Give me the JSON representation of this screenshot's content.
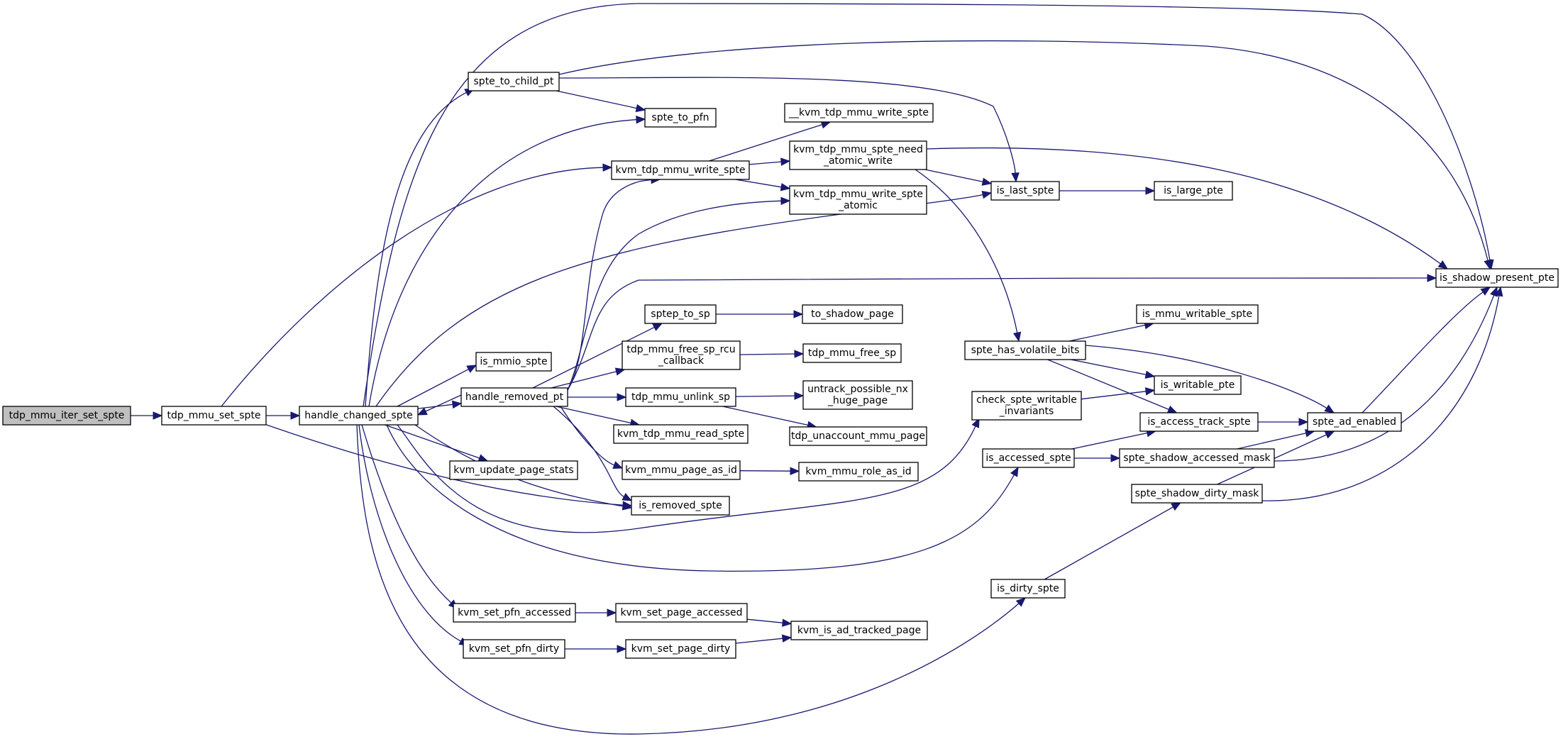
{
  "nodes": [
    {
      "id": "tdp_mmu_iter_set_spte",
      "lines": [
        "tdp_mmu_iter_set_spte"
      ],
      "root": true
    },
    {
      "id": "tdp_mmu_set_spte",
      "lines": [
        "tdp_mmu_set_spte"
      ]
    },
    {
      "id": "handle_changed_spte",
      "lines": [
        "handle_changed_spte"
      ]
    },
    {
      "id": "spte_to_child_pt",
      "lines": [
        "spte_to_child_pt"
      ]
    },
    {
      "id": "spte_to_pfn",
      "lines": [
        "spte_to_pfn"
      ]
    },
    {
      "id": "kvm_tdp_mmu_write_spte",
      "lines": [
        "kvm_tdp_mmu_write_spte"
      ]
    },
    {
      "id": "__kvm_tdp_mmu_write_spte",
      "lines": [
        "__kvm_tdp_mmu_write_spte"
      ]
    },
    {
      "id": "kvm_tdp_mmu_spte_need_atomic_write",
      "lines": [
        "kvm_tdp_mmu_spte_need",
        "_atomic_write"
      ]
    },
    {
      "id": "kvm_tdp_mmu_write_spte_atomic",
      "lines": [
        "kvm_tdp_mmu_write_spte",
        "_atomic"
      ]
    },
    {
      "id": "is_last_spte",
      "lines": [
        "is_last_spte"
      ]
    },
    {
      "id": "is_large_pte",
      "lines": [
        "is_large_pte"
      ]
    },
    {
      "id": "is_shadow_present_pte",
      "lines": [
        "is_shadow_present_pte"
      ]
    },
    {
      "id": "sptep_to_sp",
      "lines": [
        "sptep_to_sp"
      ]
    },
    {
      "id": "to_shadow_page",
      "lines": [
        "to_shadow_page"
      ]
    },
    {
      "id": "is_mmio_spte",
      "lines": [
        "is_mmio_spte"
      ]
    },
    {
      "id": "tdp_mmu_free_sp_rcu_callback",
      "lines": [
        "tdp_mmu_free_sp_rcu",
        "_callback"
      ]
    },
    {
      "id": "tdp_mmu_free_sp",
      "lines": [
        "tdp_mmu_free_sp"
      ]
    },
    {
      "id": "handle_removed_pt",
      "lines": [
        "handle_removed_pt"
      ]
    },
    {
      "id": "tdp_mmu_unlink_sp",
      "lines": [
        "tdp_mmu_unlink_sp"
      ]
    },
    {
      "id": "untrack_possible_nx_huge_page",
      "lines": [
        "untrack_possible_nx",
        "_huge_page"
      ]
    },
    {
      "id": "tdp_unaccount_mmu_page",
      "lines": [
        "tdp_unaccount_mmu_page"
      ]
    },
    {
      "id": "kvm_tdp_mmu_read_spte",
      "lines": [
        "kvm_tdp_mmu_read_spte"
      ]
    },
    {
      "id": "kvm_mmu_page_as_id",
      "lines": [
        "kvm_mmu_page_as_id"
      ]
    },
    {
      "id": "kvm_mmu_role_as_id",
      "lines": [
        "kvm_mmu_role_as_id"
      ]
    },
    {
      "id": "kvm_update_page_stats",
      "lines": [
        "kvm_update_page_stats"
      ]
    },
    {
      "id": "is_removed_spte",
      "lines": [
        "is_removed_spte"
      ]
    },
    {
      "id": "spte_has_volatile_bits",
      "lines": [
        "spte_has_volatile_bits"
      ]
    },
    {
      "id": "is_mmu_writable_spte",
      "lines": [
        "is_mmu_writable_spte"
      ]
    },
    {
      "id": "is_writable_pte",
      "lines": [
        "is_writable_pte"
      ]
    },
    {
      "id": "check_spte_writable_invariants",
      "lines": [
        "check_spte_writable",
        "_invariants"
      ]
    },
    {
      "id": "is_access_track_spte",
      "lines": [
        "is_access_track_spte"
      ]
    },
    {
      "id": "spte_ad_enabled",
      "lines": [
        "spte_ad_enabled"
      ]
    },
    {
      "id": "is_accessed_spte",
      "lines": [
        "is_accessed_spte"
      ]
    },
    {
      "id": "spte_shadow_accessed_mask",
      "lines": [
        "spte_shadow_accessed_mask"
      ]
    },
    {
      "id": "spte_shadow_dirty_mask",
      "lines": [
        "spte_shadow_dirty_mask"
      ]
    },
    {
      "id": "is_dirty_spte",
      "lines": [
        "is_dirty_spte"
      ]
    },
    {
      "id": "kvm_set_pfn_accessed",
      "lines": [
        "kvm_set_pfn_accessed"
      ]
    },
    {
      "id": "kvm_set_page_accessed",
      "lines": [
        "kvm_set_page_accessed"
      ]
    },
    {
      "id": "kvm_is_ad_tracked_page",
      "lines": [
        "kvm_is_ad_tracked_page"
      ]
    },
    {
      "id": "kvm_set_pfn_dirty",
      "lines": [
        "kvm_set_pfn_dirty"
      ]
    },
    {
      "id": "kvm_set_page_dirty",
      "lines": [
        "kvm_set_page_dirty"
      ]
    }
  ],
  "edges": [
    [
      "tdp_mmu_iter_set_spte",
      "tdp_mmu_set_spte"
    ],
    [
      "tdp_mmu_set_spte",
      "handle_changed_spte"
    ],
    [
      "tdp_mmu_set_spte",
      "kvm_tdp_mmu_write_spte"
    ],
    [
      "tdp_mmu_set_spte",
      "is_removed_spte"
    ],
    [
      "handle_changed_spte",
      "spte_to_child_pt"
    ],
    [
      "handle_changed_spte",
      "spte_to_pfn"
    ],
    [
      "handle_changed_spte",
      "is_shadow_present_pte"
    ],
    [
      "handle_changed_spte",
      "is_last_spte"
    ],
    [
      "handle_changed_spte",
      "is_mmio_spte"
    ],
    [
      "handle_changed_spte",
      "handle_removed_pt"
    ],
    [
      "handle_changed_spte",
      "kvm_update_page_stats"
    ],
    [
      "handle_changed_spte",
      "is_removed_spte"
    ],
    [
      "handle_changed_spte",
      "check_spte_writable_invariants"
    ],
    [
      "handle_changed_spte",
      "is_accessed_spte"
    ],
    [
      "handle_changed_spte",
      "kvm_set_pfn_accessed"
    ],
    [
      "handle_changed_spte",
      "kvm_set_pfn_dirty"
    ],
    [
      "handle_changed_spte",
      "is_dirty_spte"
    ],
    [
      "spte_to_child_pt",
      "spte_to_pfn"
    ],
    [
      "spte_to_child_pt",
      "is_last_spte"
    ],
    [
      "spte_to_child_pt",
      "is_shadow_present_pte"
    ],
    [
      "kvm_tdp_mmu_write_spte",
      "__kvm_tdp_mmu_write_spte"
    ],
    [
      "kvm_tdp_mmu_write_spte",
      "kvm_tdp_mmu_spte_need_atomic_write"
    ],
    [
      "kvm_tdp_mmu_write_spte",
      "kvm_tdp_mmu_write_spte_atomic"
    ],
    [
      "kvm_tdp_mmu_spte_need_atomic_write",
      "is_last_spte"
    ],
    [
      "kvm_tdp_mmu_spte_need_atomic_write",
      "is_shadow_present_pte"
    ],
    [
      "kvm_tdp_mmu_spte_need_atomic_write",
      "spte_has_volatile_bits"
    ],
    [
      "is_last_spte",
      "is_large_pte"
    ],
    [
      "handle_removed_pt",
      "handle_changed_spte"
    ],
    [
      "handle_removed_pt",
      "kvm_tdp_mmu_write_spte"
    ],
    [
      "handle_removed_pt",
      "kvm_tdp_mmu_write_spte_atomic"
    ],
    [
      "handle_removed_pt",
      "is_shadow_present_pte"
    ],
    [
      "handle_removed_pt",
      "sptep_to_sp"
    ],
    [
      "handle_removed_pt",
      "tdp_mmu_free_sp_rcu_callback"
    ],
    [
      "handle_removed_pt",
      "tdp_mmu_unlink_sp"
    ],
    [
      "handle_removed_pt",
      "kvm_tdp_mmu_read_spte"
    ],
    [
      "handle_removed_pt",
      "kvm_mmu_page_as_id"
    ],
    [
      "handle_removed_pt",
      "is_removed_spte"
    ],
    [
      "sptep_to_sp",
      "to_shadow_page"
    ],
    [
      "tdp_mmu_free_sp_rcu_callback",
      "tdp_mmu_free_sp"
    ],
    [
      "tdp_mmu_unlink_sp",
      "untrack_possible_nx_huge_page"
    ],
    [
      "tdp_mmu_unlink_sp",
      "tdp_unaccount_mmu_page"
    ],
    [
      "kvm_mmu_page_as_id",
      "kvm_mmu_role_as_id"
    ],
    [
      "spte_has_volatile_bits",
      "is_mmu_writable_spte"
    ],
    [
      "spte_has_volatile_bits",
      "is_writable_pte"
    ],
    [
      "spte_has_volatile_bits",
      "is_access_track_spte"
    ],
    [
      "spte_has_volatile_bits",
      "spte_ad_enabled"
    ],
    [
      "check_spte_writable_invariants",
      "is_writable_pte"
    ],
    [
      "is_accessed_spte",
      "is_access_track_spte"
    ],
    [
      "is_accessed_spte",
      "spte_shadow_accessed_mask"
    ],
    [
      "is_access_track_spte",
      "spte_ad_enabled"
    ],
    [
      "spte_ad_enabled",
      "is_shadow_present_pte"
    ],
    [
      "spte_shadow_accessed_mask",
      "spte_ad_enabled"
    ],
    [
      "spte_shadow_accessed_mask",
      "is_shadow_present_pte"
    ],
    [
      "spte_shadow_dirty_mask",
      "spte_ad_enabled"
    ],
    [
      "spte_shadow_dirty_mask",
      "is_shadow_present_pte"
    ],
    [
      "is_dirty_spte",
      "spte_shadow_dirty_mask"
    ],
    [
      "kvm_set_pfn_accessed",
      "kvm_set_page_accessed"
    ],
    [
      "kvm_set_page_accessed",
      "kvm_is_ad_tracked_page"
    ],
    [
      "kvm_set_pfn_dirty",
      "kvm_set_page_dirty"
    ],
    [
      "kvm_set_page_dirty",
      "kvm_is_ad_tracked_page"
    ]
  ]
}
